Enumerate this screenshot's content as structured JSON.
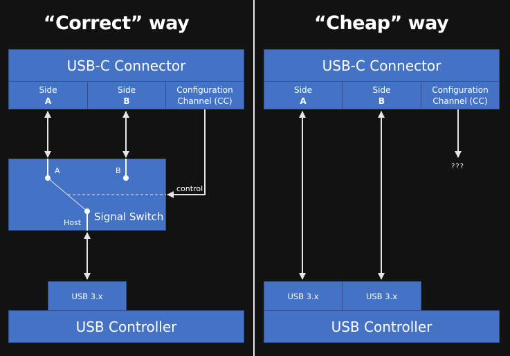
{
  "colors": {
    "background": "#121212",
    "box_fill": "#4472c4",
    "box_border": "#2f528f",
    "arrow": "#e6e6e6",
    "text": "#ffffff"
  },
  "left": {
    "title": "“Correct” way",
    "connector": {
      "label": "USB-C Connector",
      "cells": [
        {
          "line1": "Side",
          "line2": "A"
        },
        {
          "line1": "Side",
          "line2": "B"
        },
        {
          "line1": "Configuration",
          "line2": "Channel (CC)"
        }
      ]
    },
    "switch": {
      "label": "Signal Switch",
      "pin_a": "A",
      "pin_b": "B",
      "host": "Host",
      "control": "control"
    },
    "usb_port": "USB 3.x",
    "controller": "USB Controller"
  },
  "right": {
    "title": "“Cheap” way",
    "connector": {
      "label": "USB-C Connector",
      "cells": [
        {
          "line1": "Side",
          "line2": "A"
        },
        {
          "line1": "Side",
          "line2": "B"
        },
        {
          "line1": "Configuration",
          "line2": "Channel (CC)"
        }
      ]
    },
    "cc_unknown": "???",
    "usb_ports": [
      "USB 3.x",
      "USB 3.x"
    ],
    "controller": "USB Controller"
  }
}
